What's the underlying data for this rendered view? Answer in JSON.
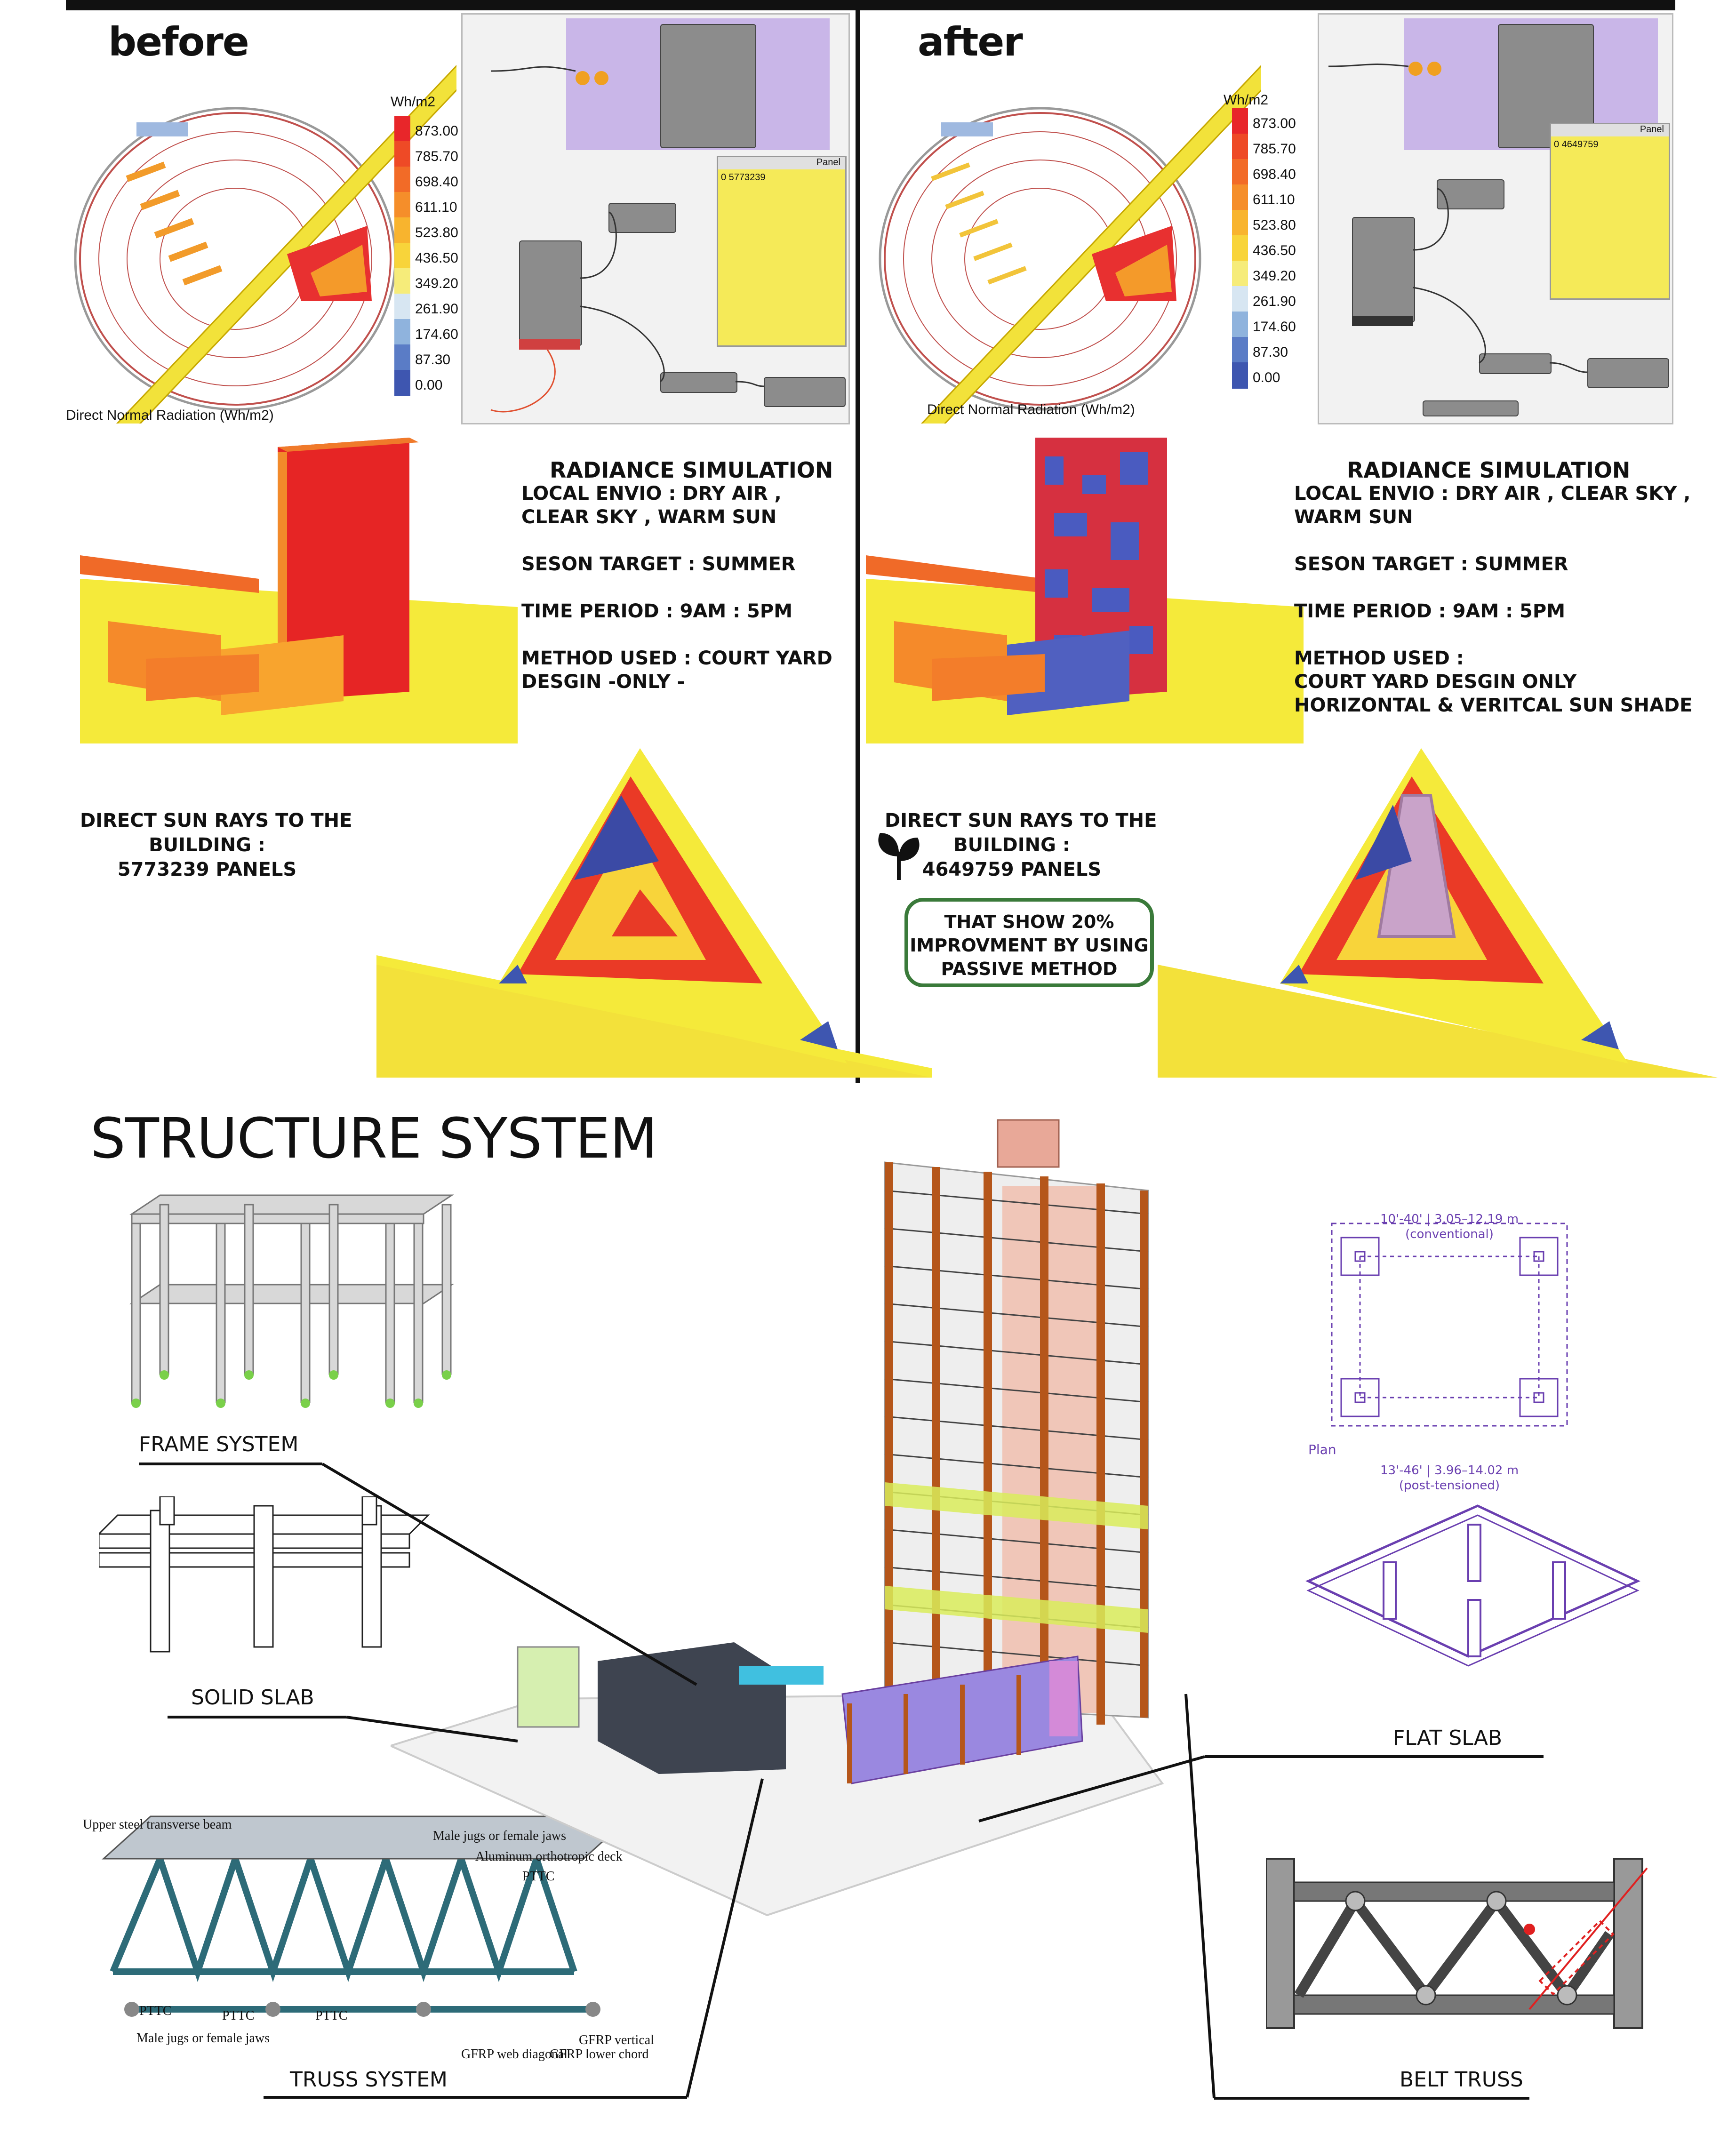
{
  "before": {
    "header": "before",
    "legend_title": "Wh/m2",
    "legend_values": [
      "873.00",
      "785.70",
      "698.40",
      "611.10",
      "523.80",
      "436.50",
      "349.20",
      "261.90",
      "174.60",
      "87.30",
      "0.00"
    ],
    "radiation_caption": "Direct Normal Radiation (Wh/m2)",
    "panel_title": "Panel",
    "panel_value": "0 5773239",
    "sim_title": "RADIANCE SIMULATION",
    "sim_lines": "LOCAL ENVIO : DRY AIR ,\nCLEAR SKY , WARM SUN\n\nSESON TARGET : SUMMER\n\nTIME PERIOD : 9AM : 5PM\n\nMETHOD USED : COURT YARD\nDESGIN -ONLY -",
    "sun_text": "DIRECT SUN RAYS TO THE\nBUILDING :\n5773239 PANELS"
  },
  "after": {
    "header": "after",
    "legend_title": "Wh/m2",
    "legend_values": [
      "873.00",
      "785.70",
      "698.40",
      "611.10",
      "523.80",
      "436.50",
      "349.20",
      "261.90",
      "174.60",
      "87.30",
      "0.00"
    ],
    "radiation_caption": "Direct Normal Radiation (Wh/m2)",
    "panel_title": "Panel",
    "panel_value": "0 4649759",
    "sim_title": "RADIANCE SIMULATION",
    "sim_lines": "LOCAL ENVIO : DRY AIR , CLEAR SKY ,\nWARM SUN\n\nSESON TARGET : SUMMER\n\nTIME PERIOD : 9AM : 5PM\n\nMETHOD USED :\nCOURT YARD DESGIN ONLY\nHORIZONTAL & VERITCAL SUN SHADE",
    "sun_text": "DIRECT SUN RAYS TO THE\nBUILDING :\n4649759 PANELS",
    "improvement": "THAT SHOW 20%\nIMPROVMENT BY USING\nPASSIVE METHOD"
  },
  "structure": {
    "title": "STRUCTURE SYSTEM",
    "labels": {
      "frame": "FRAME SYSTEM",
      "solid": "SOLID SLAB",
      "truss": "TRUSS SYSTEM",
      "flat": "FLAT SLAB",
      "belt": "BELT TRUSS"
    },
    "plan": {
      "top_dim": "10'-40' | 3.05–12.19 m",
      "top_note": "(conventional)",
      "bottom_dim": "13'-46' | 3.96–14.02 m",
      "bottom_note": "(post-tensioned)",
      "plan_label": "Plan"
    },
    "truss_labels": {
      "upper_beam": "Upper steel transverse beam",
      "male_jugs_top": "Male jugs or female jaws",
      "aluminum_deck": "Aluminum orthotropic deck",
      "pttc_1": "PTTC",
      "pttc_2": "PTTC",
      "pttc_3": "PTTC",
      "pttc_4": "PTTC",
      "male_jugs_bottom": "Male jugs or female jaws",
      "gfrp_vertical": "GFRP vertical",
      "gfrp_web": "GFRP web diagonal",
      "gfrp_lower": "GFRP lower chord"
    }
  },
  "colors": {
    "legend_scale": [
      "#e8262a",
      "#ee4a26",
      "#f26b27",
      "#f58e2a",
      "#f8b42e",
      "#f8d43a",
      "#f6ec7a",
      "#d7e6f2",
      "#8fb3dd",
      "#5a7cc6",
      "#3e56b0"
    ],
    "improvement_border": "#3a7a3a",
    "plan_line": "#6a3fb0"
  }
}
